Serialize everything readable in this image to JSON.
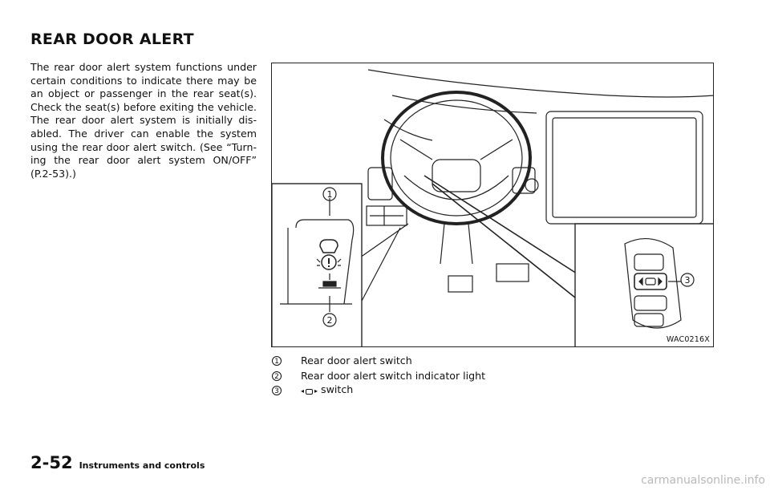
{
  "heading": "REAR DOOR ALERT",
  "body_lines": [
    "The rear door alert system functions under",
    "certain conditions to indicate there may be",
    "an object or passenger in the rear seat(s).",
    "Check the seat(s) before exiting the vehicle.",
    "The rear door alert system is initially dis-",
    "abled. The driver can enable the system",
    "using the rear door alert switch. (See “Turn-",
    "ing the rear door alert system ON/OFF”",
    "(P.2-53).)"
  ],
  "figure": {
    "code": "WAC0216X",
    "callout_1": "1",
    "callout_2": "2",
    "callout_3": "3"
  },
  "legend": [
    {
      "num": "1",
      "text": "Rear door alert switch"
    },
    {
      "num": "2",
      "text": "Rear door alert switch indicator light"
    },
    {
      "num": "3",
      "text": "switch"
    }
  ],
  "footer": {
    "page": "2-52",
    "section": "Instruments and controls"
  },
  "watermark": "carmanualsonline.info"
}
